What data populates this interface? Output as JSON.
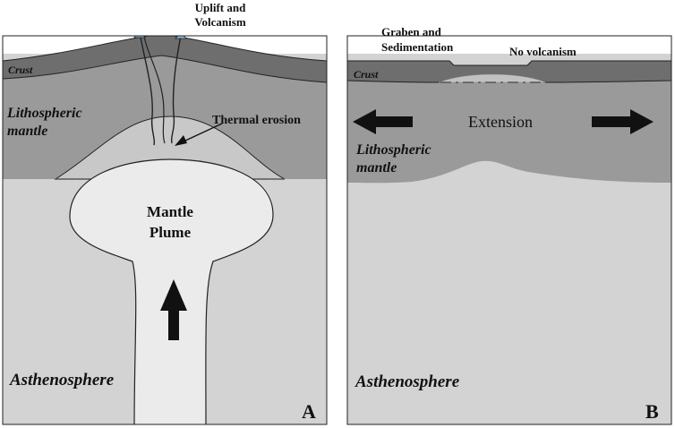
{
  "panel_a": {
    "annotation_top_line1": "Uplift and",
    "annotation_top_line2": "Volcanism",
    "crust_label": "Crust",
    "lithosphere_line1": "Lithospheric",
    "lithosphere_line2": "mantle",
    "thermal_erosion_label": "Thermal erosion",
    "plume_line1": "Mantle",
    "plume_line2": "Plume",
    "asthenosphere_label": "Asthenosphere",
    "panel_letter": "A"
  },
  "panel_b": {
    "graben_line1": "Graben and",
    "graben_line2": "Sedimentation",
    "no_volcanism_label": "No volcanism",
    "crust_label": "Crust",
    "extension_label": "Extension",
    "lithosphere_line1": "Lithospheric",
    "lithosphere_line2": "mantle",
    "asthenosphere_label": "Asthenosphere",
    "panel_letter": "B"
  },
  "colors": {
    "asthenosphere": "#d3d3d3",
    "lithosphere": "#9a9a9a",
    "crust": "#6e6e6e",
    "plume": "#ebebeb",
    "eroded_zone": "#c8c8c8",
    "magma": "#8ab4d8",
    "outline": "#222222"
  }
}
